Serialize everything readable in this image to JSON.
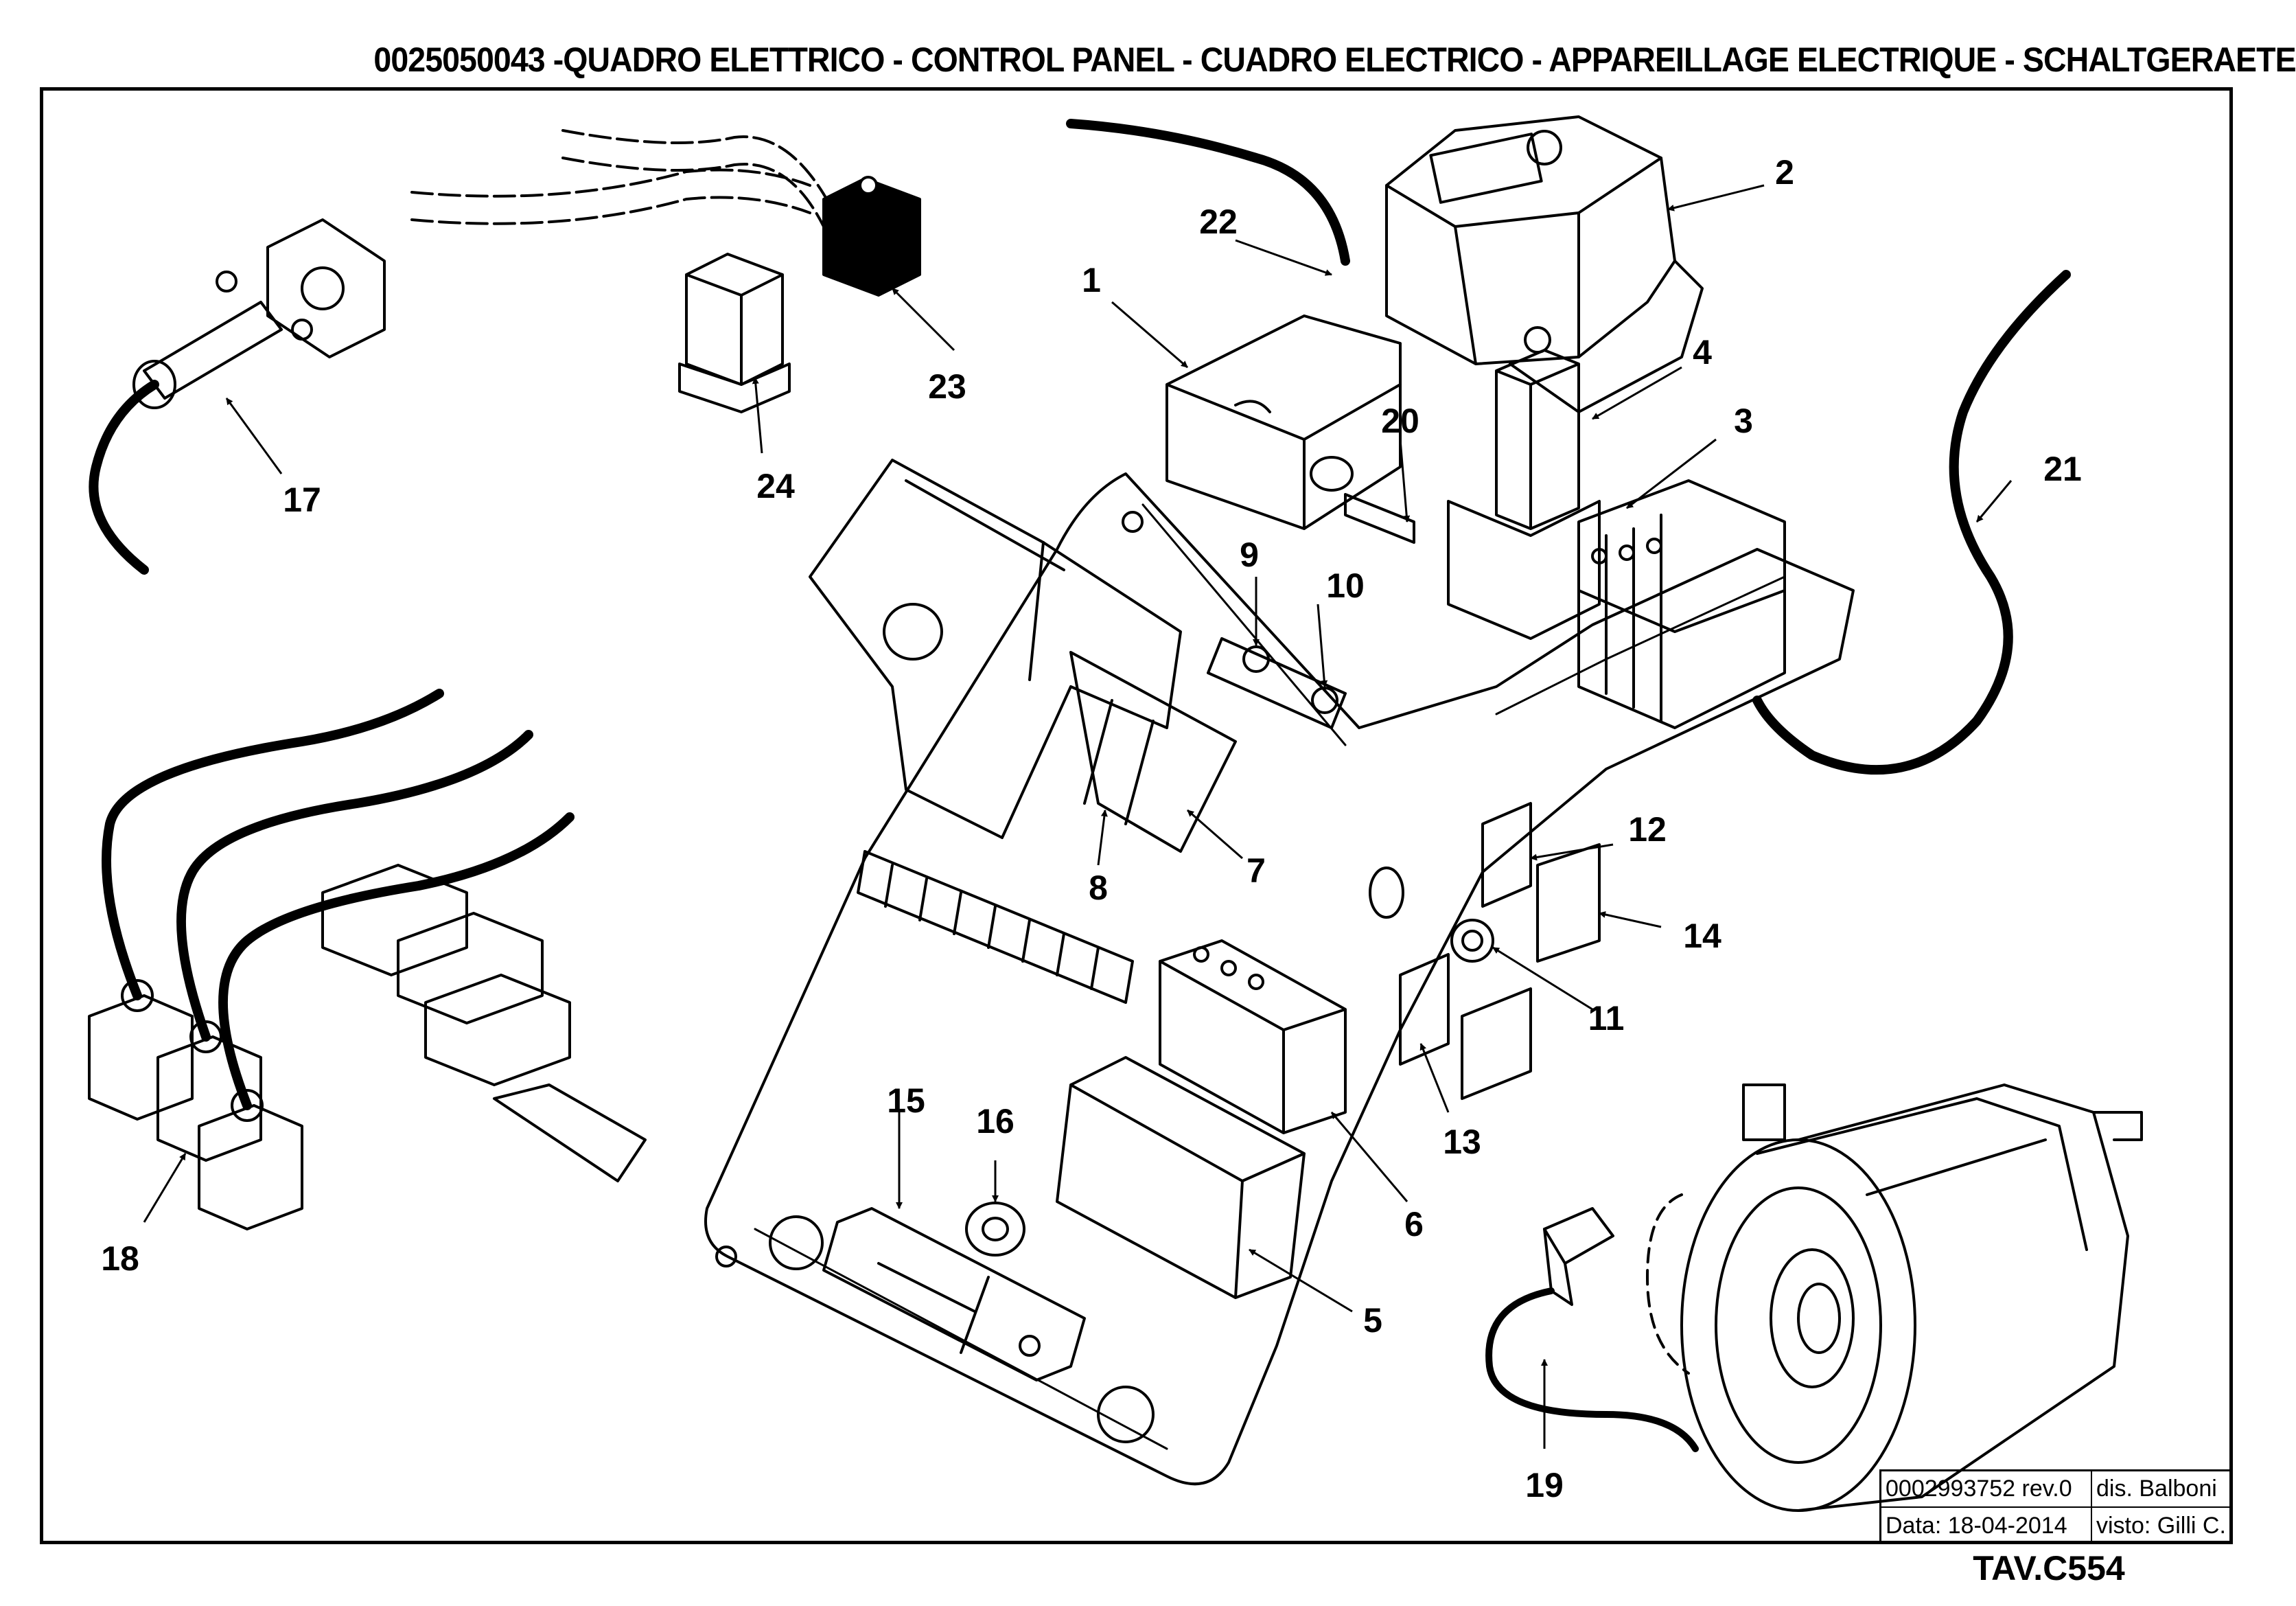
{
  "header": {
    "title": "0025050043 -QUADRO ELETTRICO - CONTROL PANEL - CUADRO ELECTRICO - APPAREILLAGE ELECTRIQUE - SCHALTGERAETE"
  },
  "callouts": [
    "1",
    "2",
    "3",
    "4",
    "5",
    "6",
    "7",
    "8",
    "9",
    "10",
    "11",
    "12",
    "13",
    "14",
    "15",
    "16",
    "17",
    "18",
    "19",
    "20",
    "21",
    "22",
    "23",
    "24"
  ],
  "title_block": {
    "drawing_number": "0002993752 rev.0",
    "designer": "dis. Balboni",
    "date": "Data: 18-04-2014",
    "checked": "visto: Gilli C."
  },
  "table_ref": "TAV.C554"
}
